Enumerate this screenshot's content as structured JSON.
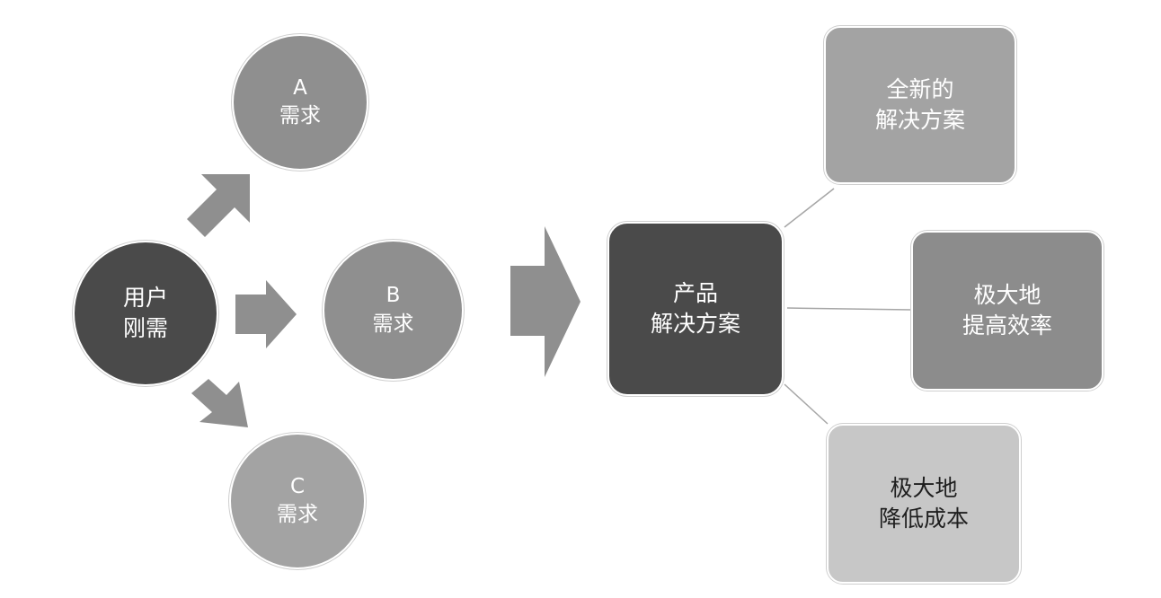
{
  "colors": {
    "dark": "#4a4a4a",
    "mid": "#8f8f8f",
    "midlight": "#a3a3a3",
    "boxmid": "#8c8c8c",
    "light": "#c7c7c7",
    "arrow": "#8f8f8f",
    "connector": "#a6a6a6"
  },
  "user_need": {
    "line1": "用户",
    "line2": "刚需"
  },
  "need_a": {
    "line1": "A",
    "line2": "需求"
  },
  "need_b": {
    "line1": "B",
    "line2": "需求"
  },
  "need_c": {
    "line1": "C",
    "line2": "需求"
  },
  "product": {
    "line1": "产品",
    "line2": "解决方案"
  },
  "solution_new": {
    "line1": "全新的",
    "line2": "解决方案"
  },
  "solution_efficiency": {
    "line1": "极大地",
    "line2": "提高效率"
  },
  "solution_cost": {
    "line1": "极大地",
    "line2": "降低成本"
  }
}
